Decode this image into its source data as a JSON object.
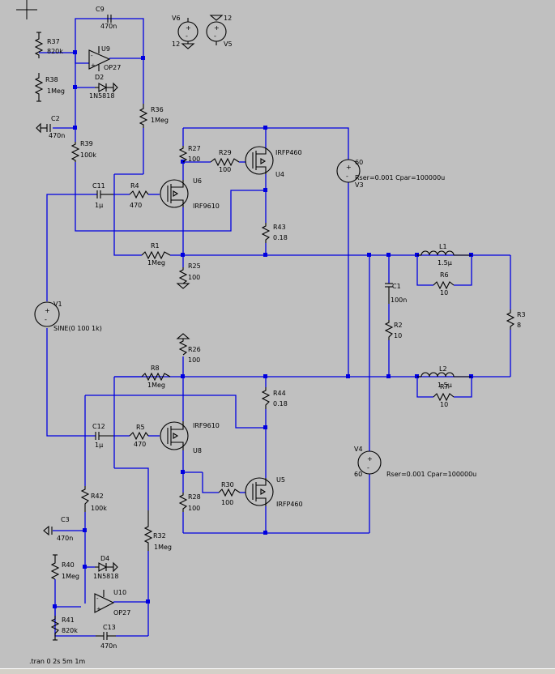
{
  "schematic": {
    "directive": ".tran 0 2s 5m 1m",
    "components": [
      {
        "ref": "R37",
        "value": "820k"
      },
      {
        "ref": "R38",
        "value": "1Meg"
      },
      {
        "ref": "C9",
        "value": "470n"
      },
      {
        "ref": "U9",
        "value": "OP27"
      },
      {
        "ref": "D2",
        "value": "1N5818"
      },
      {
        "ref": "C2",
        "value": "470n"
      },
      {
        "ref": "R36",
        "value": "1Meg"
      },
      {
        "ref": "R39",
        "value": "100k"
      },
      {
        "ref": "C11",
        "value": "1µ"
      },
      {
        "ref": "R4",
        "value": "470"
      },
      {
        "ref": "U6",
        "value": "IRF9610"
      },
      {
        "ref": "R27",
        "value": "100"
      },
      {
        "ref": "R29",
        "value": "100"
      },
      {
        "ref": "U4",
        "value": "IRFP460"
      },
      {
        "ref": "R43",
        "value": "0.18"
      },
      {
        "ref": "R1",
        "value": "1Meg"
      },
      {
        "ref": "R25",
        "value": "100"
      },
      {
        "ref": "V3",
        "value": "60",
        "extra": "Rser=0.001 Cpar=100000u"
      },
      {
        "ref": "V6",
        "value": "12"
      },
      {
        "ref": "V5",
        "value": "12"
      },
      {
        "ref": "L1",
        "value": "1.5µ"
      },
      {
        "ref": "R6",
        "value": "10"
      },
      {
        "ref": "C1",
        "value": "100n"
      },
      {
        "ref": "R2",
        "value": "10"
      },
      {
        "ref": "R3",
        "value": "8"
      },
      {
        "ref": "L2",
        "value": "1.5µ"
      },
      {
        "ref": "R7",
        "value": "10"
      },
      {
        "ref": "V1",
        "value": "SINE(0 100 1k)"
      },
      {
        "ref": "R26",
        "value": "100"
      },
      {
        "ref": "R8",
        "value": "1Meg"
      },
      {
        "ref": "R44",
        "value": "0.18"
      },
      {
        "ref": "C12",
        "value": "1µ"
      },
      {
        "ref": "R5",
        "value": "470"
      },
      {
        "ref": "U8",
        "value": "IRF9610"
      },
      {
        "ref": "R42",
        "value": "100k"
      },
      {
        "ref": "R28",
        "value": "100"
      },
      {
        "ref": "R30",
        "value": "100"
      },
      {
        "ref": "U5",
        "value": "IRFP460"
      },
      {
        "ref": "V4",
        "value": "60",
        "extra": "Rser=0.001 Cpar=100000u"
      },
      {
        "ref": "C3",
        "value": "470n"
      },
      {
        "ref": "R32",
        "value": "1Meg"
      },
      {
        "ref": "R40",
        "value": "1Meg"
      },
      {
        "ref": "D4",
        "value": "1N5818"
      },
      {
        "ref": "U10",
        "value": "OP27"
      },
      {
        "ref": "R41",
        "value": "820k"
      },
      {
        "ref": "C13",
        "value": "470n"
      }
    ],
    "colors": {
      "background": "#c0c0c0",
      "wire": "#0000e0",
      "component": "#000000"
    }
  }
}
